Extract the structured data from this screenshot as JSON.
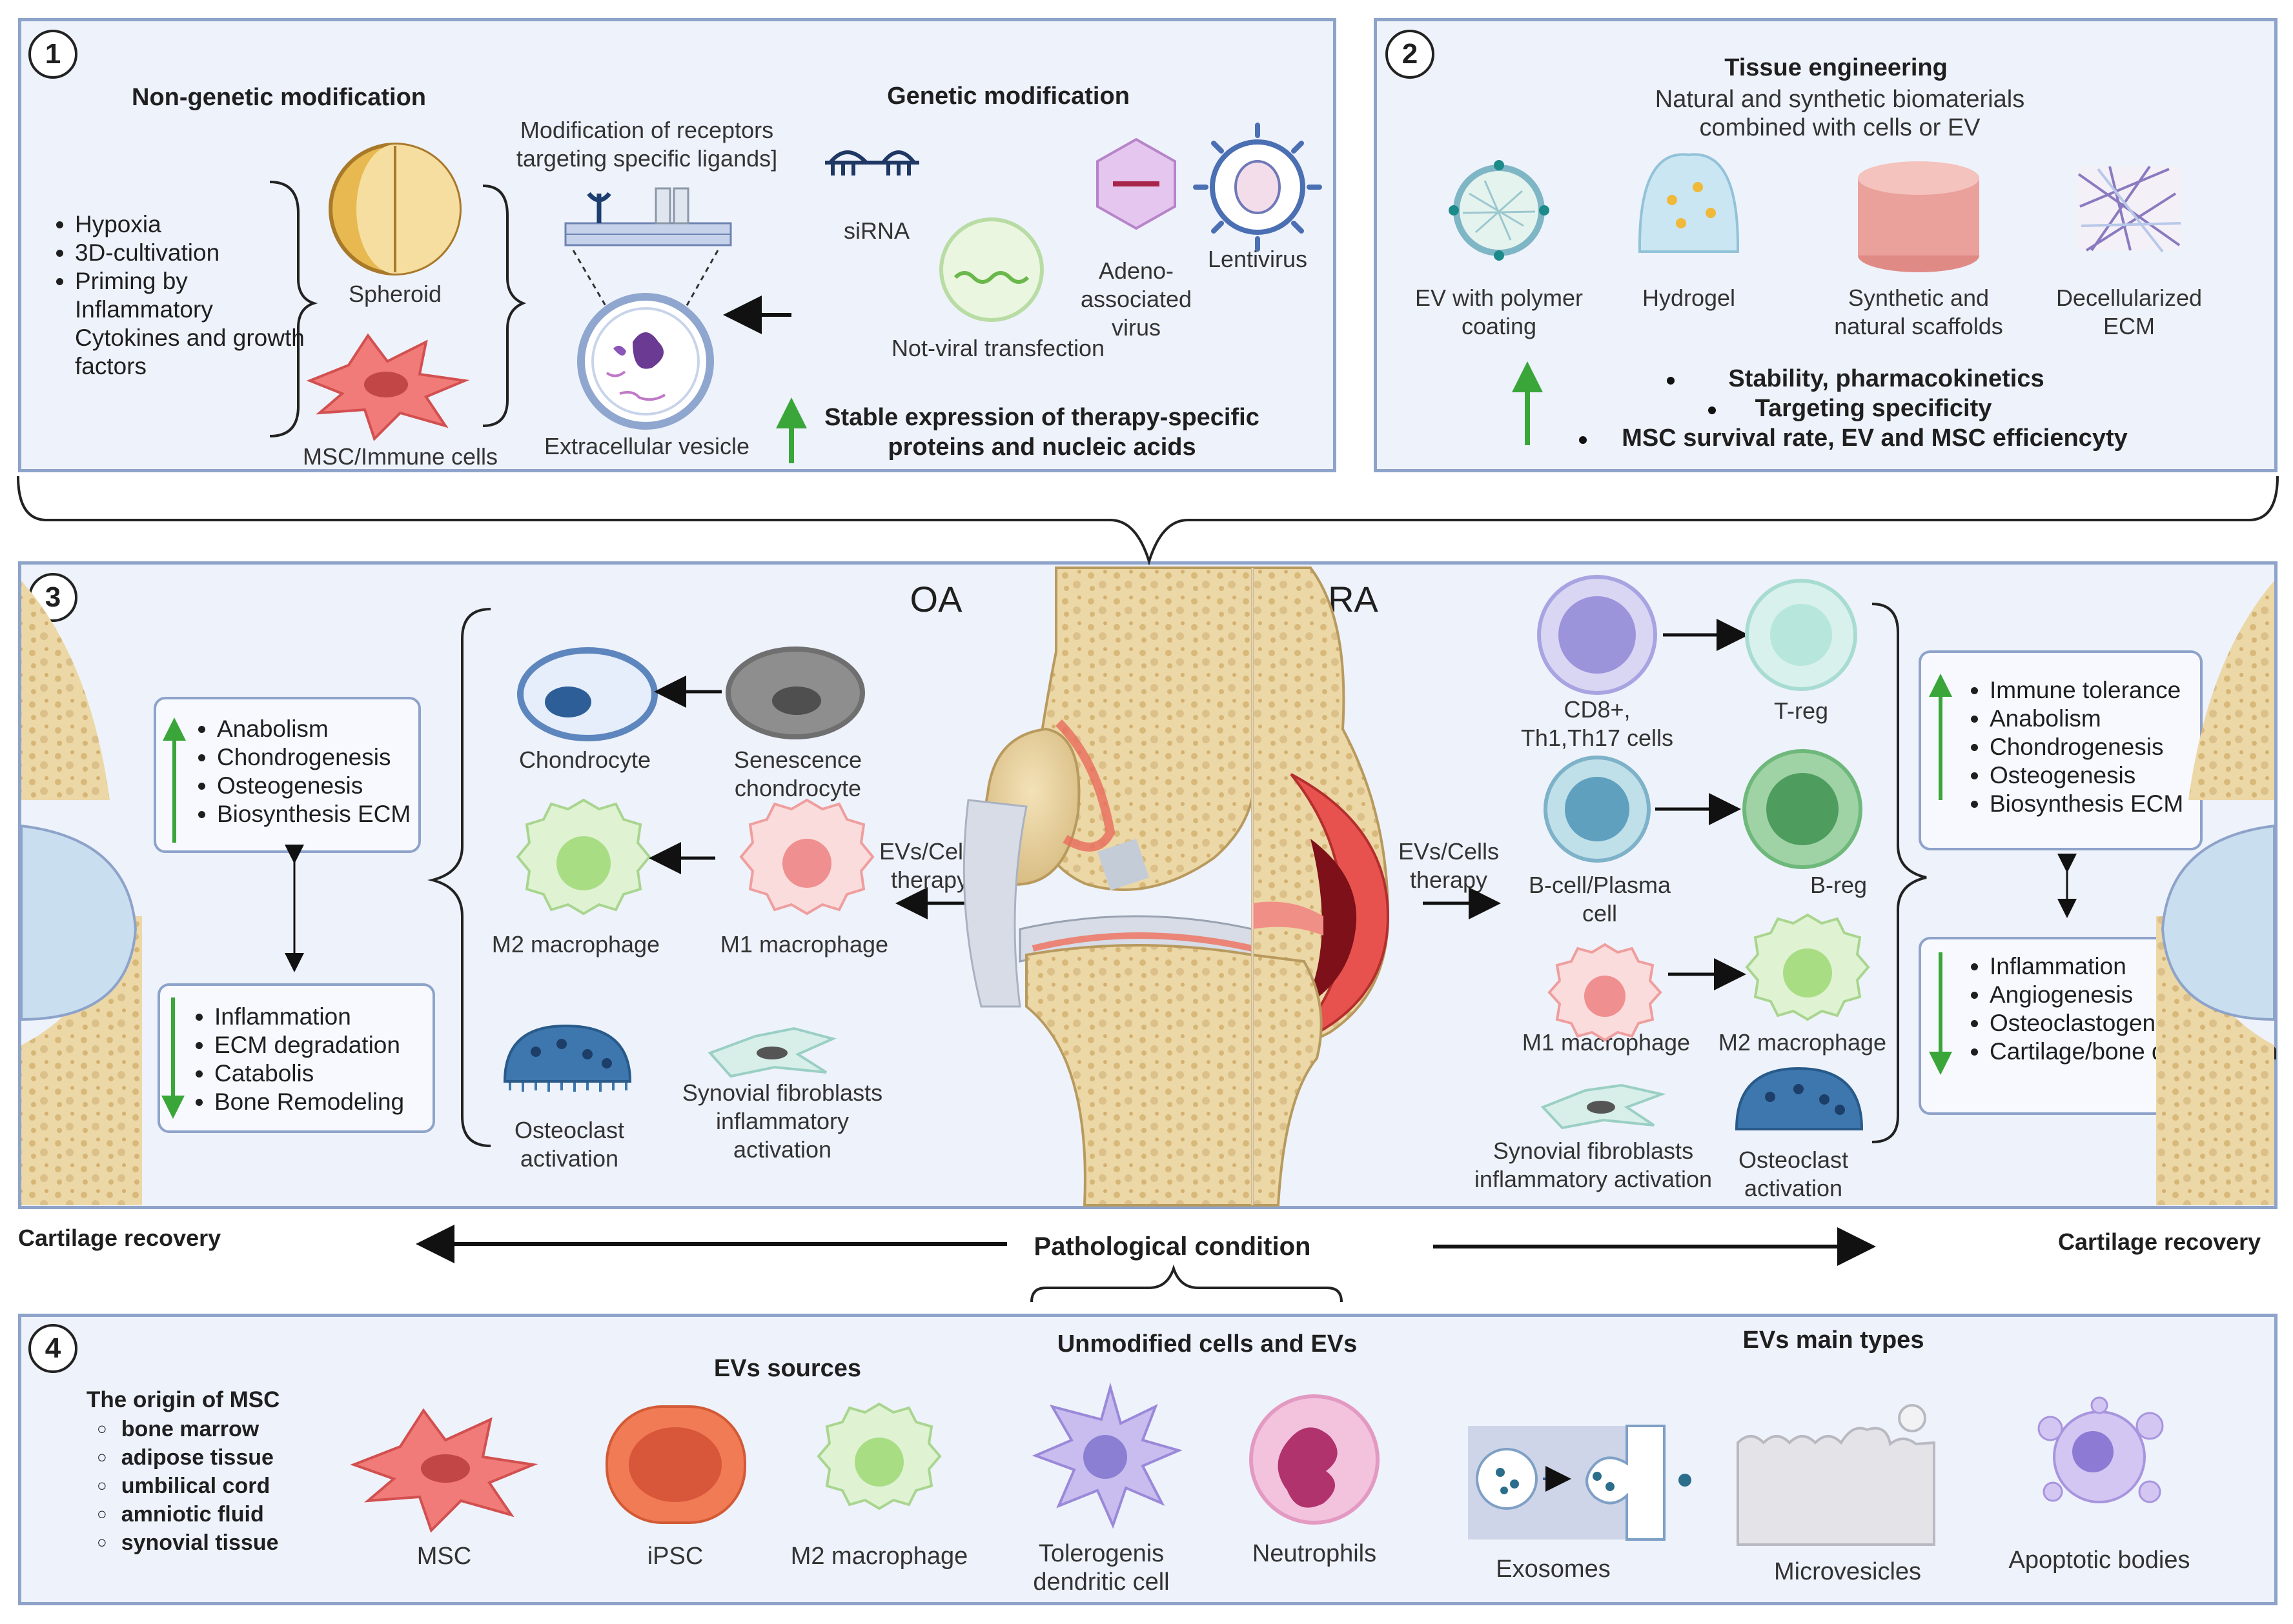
{
  "panel1": {
    "number": "1",
    "nongenetic_title": "Non-genetic modification",
    "nongenetic_items": [
      "Hypoxia",
      "3D-cultivation",
      "Priming by Inflammatory Cytokines and growth factors"
    ],
    "spheroid": "Spheroid",
    "msc_immune": "MSC/Immune cells",
    "receptor_mod": "Modification of receptors\ntargeting specific ligands]",
    "extracellular_vesicle": "Extracellular vesicle",
    "genetic_title": "Genetic modification",
    "sirna": "siRNA",
    "aav": "Adeno-\nassociated\nvirus",
    "lentivirus": "Lentivirus",
    "nonviral": "Not-viral transfection",
    "stable_expression": "Stable expression of therapy-specific\nproteins and nucleic acids"
  },
  "panel2": {
    "number": "2",
    "title": "Tissue engineering",
    "subtitle": "Natural and synthetic biomaterials combined with cells or EV",
    "ev_polymer": "EV with polymer\ncoating",
    "hydrogel": "Hydrogel",
    "scaffolds": "Synthetic and\nnatural scaffolds",
    "decell_ecm": "Decellularized ECM",
    "benefits": [
      "Stability, pharmacokinetics",
      "Targeting specificity",
      "MSC survival rate, EV and MSC efficiencyty"
    ]
  },
  "panel3": {
    "number": "3",
    "oa": "OA",
    "ra": "RA",
    "oa_up": [
      "Anabolism",
      "Chondrogenesis",
      "Osteogenesis",
      "Biosynthesis ECM"
    ],
    "oa_down": [
      "Inflammation",
      "ECM degradation",
      "Catabolis",
      "Bone Remodeling"
    ],
    "chondrocyte": "Chondrocyte",
    "senescence": "Senescence\nchondrocyte",
    "m2_macrophage": "M2 macrophage",
    "m1_macrophage": "M1 macrophage",
    "evs_cells_therapy": "EVs/Cells\ntherapy",
    "osteoclast_activation": "Osteoclast\nactivation",
    "synovial_fib": "Synovial fibroblasts\ninflammatory\nactivation",
    "cd8": "CD8+,\nTh1,Th17 cells",
    "treg": "T-reg",
    "bcell": "B-cell/Plasma\ncell",
    "breg": "B-reg",
    "ra_synovial": "Synovial fibroblasts\ninflammatory activation",
    "ra_up": [
      "Immune tolerance",
      "Anabolism",
      "Chondrogenesis",
      "Osteogenesis",
      "Biosynthesis ECM"
    ],
    "ra_down": [
      "Inflammation",
      "Angiogenesis",
      "Osteoclastogenesis",
      "Cartilage/bone degradation"
    ]
  },
  "middle": {
    "cartilage_recovery": "Cartilage recovery",
    "pathological": "Pathological condition"
  },
  "panel4": {
    "number": "4",
    "unmodified": "Unmodified cells and EVs",
    "origin_title": "The origin of MSC",
    "origins": [
      "bone marrow",
      "adipose tissue",
      "umbilical cord",
      "amniotic fluid",
      "synovial tissue"
    ],
    "ev_sources": "EVs sources",
    "ev_main_types": "EVs main types",
    "msc": "MSC",
    "ipsc": "iPSC",
    "m2_macrophage": "M2 macrophage",
    "tolerogenic": "Tolerogenis\ndendritic cell",
    "neutrophils": "Neutrophils",
    "exosomes": "Exosomes",
    "microvesicles": "Microvesicles",
    "apoptotic": "Apoptotic bodies"
  },
  "colors": {
    "panel_border": "#8ea3c9",
    "panel_fill": "#eef2fb",
    "arrow_green": "#3aa63a"
  }
}
